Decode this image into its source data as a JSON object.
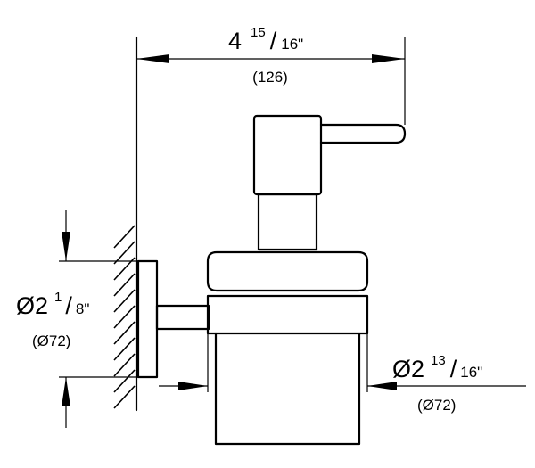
{
  "dimensions": {
    "overall_width": {
      "whole": "4",
      "numerator": "15",
      "slash": "/",
      "denominator": "16\"",
      "metric": "(126)"
    },
    "rosette_diameter": {
      "whole": "Ø2",
      "numerator": "1",
      "slash": "/",
      "denominator": "8\"",
      "metric": "(Ø72)"
    },
    "glass_diameter": {
      "whole": "Ø2",
      "numerator": "13",
      "slash": "/",
      "denominator": "16\"",
      "metric": "(Ø72)"
    }
  }
}
